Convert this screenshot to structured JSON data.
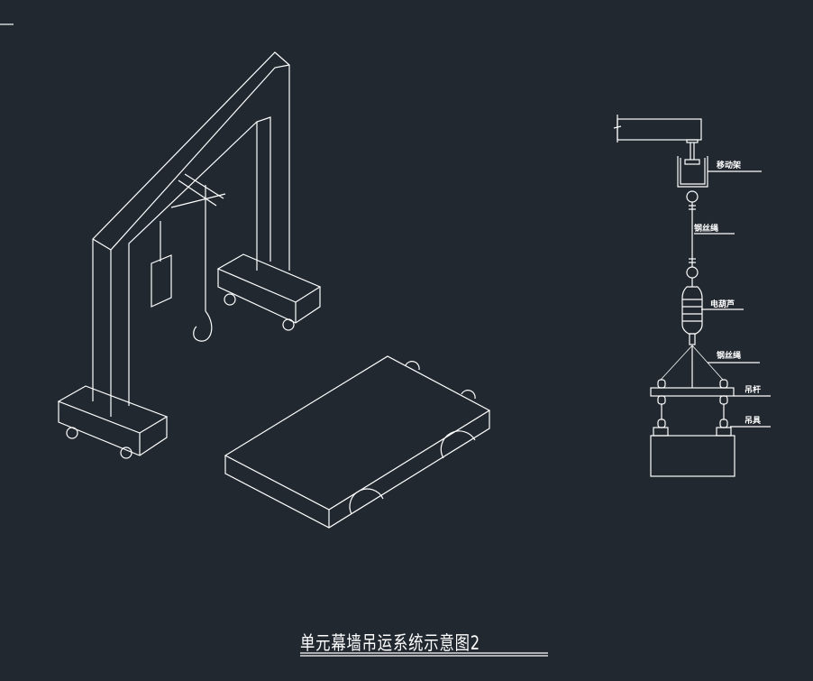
{
  "title": "单元幕墙吊运系统示意图2",
  "labels": {
    "moving_frame": "移动架",
    "wire_rope_1": "钢丝绳",
    "electric_hoist": "电葫芦",
    "wire_rope_2": "钢丝绳",
    "hanger_rod": "吊杆",
    "sling": "吊具"
  },
  "colors": {
    "background": "#212830",
    "line": "#ffffff"
  }
}
